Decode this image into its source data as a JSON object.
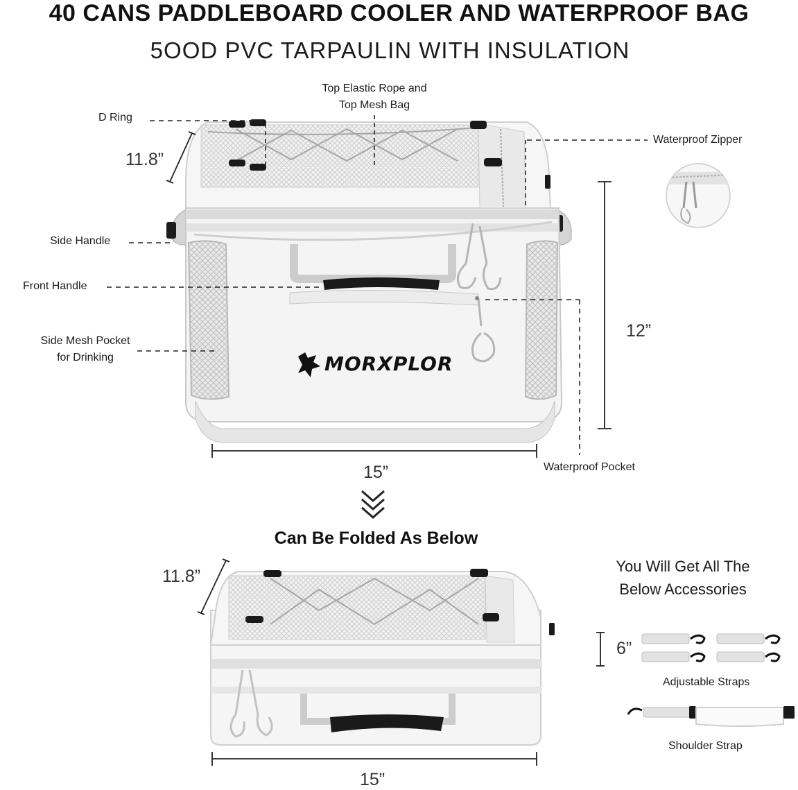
{
  "title": "40 CANS PADDLEBOARD COOLER AND WATERPROOF BAG",
  "subtitle": "5OOD PVC TARPAULIN WITH INSULATION",
  "brand": "MORXPLOR",
  "callouts": {
    "top_rope_line1": "Top Elastic Rope and",
    "top_rope_line2": "Top Mesh Bag",
    "d_ring": "D Ring",
    "waterproof_zipper": "Waterproof Zipper",
    "side_handle": "Side Handle",
    "front_handle": "Front Handle",
    "side_mesh_line1": "Side Mesh Pocket",
    "side_mesh_line2": "for Drinking",
    "waterproof_pocket": "Waterproof Pocket"
  },
  "dimensions": {
    "depth_top": "11.8”",
    "height": "12”",
    "width_top": "15”",
    "depth_folded": "11.8”",
    "width_folded": "15”",
    "strap_length": "6”"
  },
  "fold_text": "Can Be Folded As Below",
  "accessories": {
    "heading_line1": "You Will Get All The",
    "heading_line2": "Below Accessories",
    "adjustable_straps": "Adjustable Straps",
    "shoulder_strap": "Shoulder Strap"
  },
  "colors": {
    "bag_body": "#f4f4f4",
    "bag_trim": "#c9c9c9",
    "accent_dark": "#1a1a1a"
  }
}
